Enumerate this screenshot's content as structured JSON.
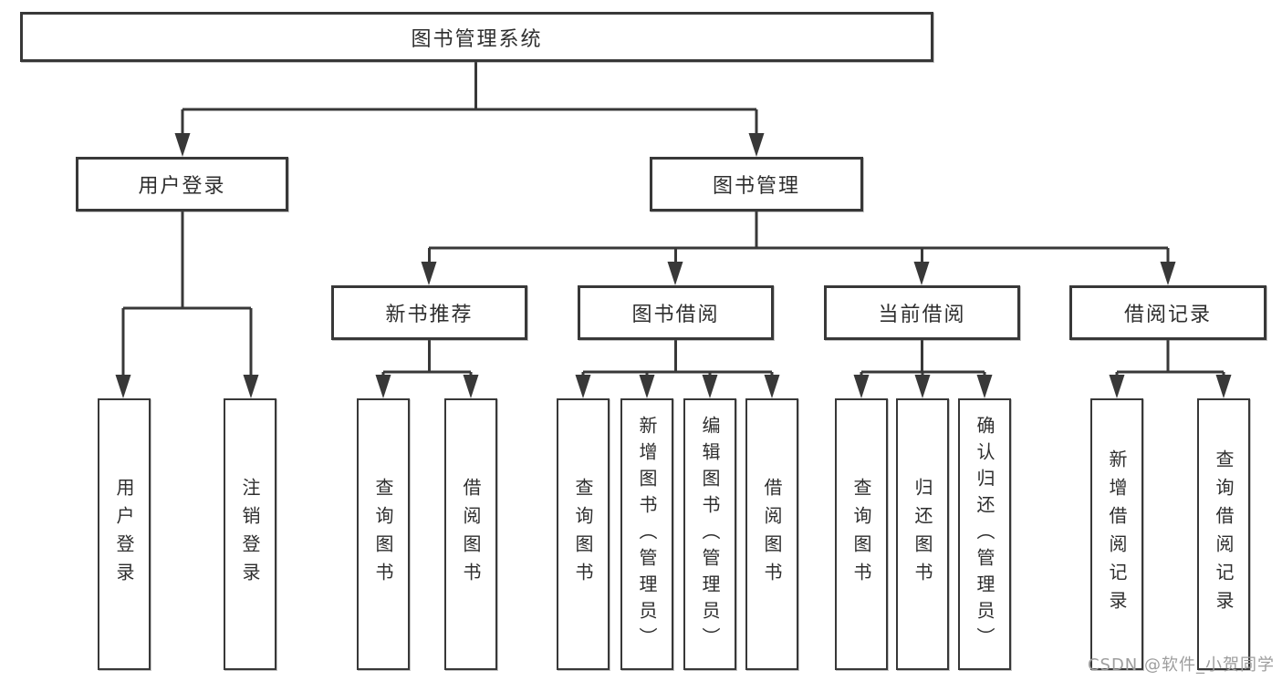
{
  "colors": {
    "line": "#383838",
    "box_border": "#383838",
    "text": "#2e2e2e",
    "background": "#ffffff",
    "watermark": "#9d9d9d"
  },
  "tree": {
    "root": {
      "label": "图书管理系统"
    },
    "branches": [
      {
        "label": "用户登录",
        "leaves": [
          "用户登录",
          "注销登录"
        ]
      },
      {
        "label": "图书管理",
        "groups": [
          {
            "label": "新书推荐",
            "leaves": [
              "查询图书",
              "借阅图书"
            ]
          },
          {
            "label": "图书借阅",
            "leaves": [
              "查询图书",
              "新增图书（管理员）",
              "编辑图书（管理员）",
              "借阅图书"
            ]
          },
          {
            "label": "当前借阅",
            "leaves": [
              "查询图书",
              "归还图书",
              "确认归还（管理员）"
            ]
          },
          {
            "label": "借阅记录",
            "leaves": [
              "新增借阅记录",
              "查询借阅记录"
            ]
          }
        ]
      }
    ]
  },
  "watermark": {
    "text": "CSDN @软件_小贺同学"
  }
}
